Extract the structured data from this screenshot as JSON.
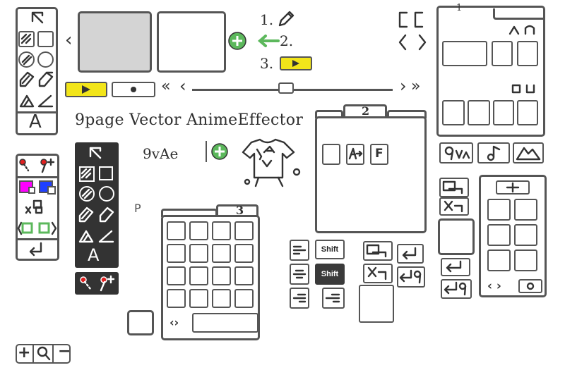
{
  "app": {
    "title": "9page Vector AnimeEffector",
    "short_name": "9vAe"
  },
  "steps": [
    {
      "label": "1."
    },
    {
      "label": "2."
    },
    {
      "label": "3."
    }
  ],
  "panels": {
    "page_panel_number": "2",
    "grid_panel_number": "3",
    "top_right_number": "1"
  },
  "text_tool": {
    "label": "A"
  },
  "shift_buttons": {
    "light": "Shift",
    "dark": "Shift"
  },
  "pair_button": {
    "label": "F"
  },
  "small_label": {
    "label": "P"
  },
  "colors": {
    "accent_yellow": "#f2e51a",
    "accent_green": "#5cb85c",
    "accent_magenta": "#ff00ff",
    "accent_blue": "#1f3fff",
    "accent_red": "#e02020",
    "line": "#555555",
    "dark_panel": "#333333"
  }
}
